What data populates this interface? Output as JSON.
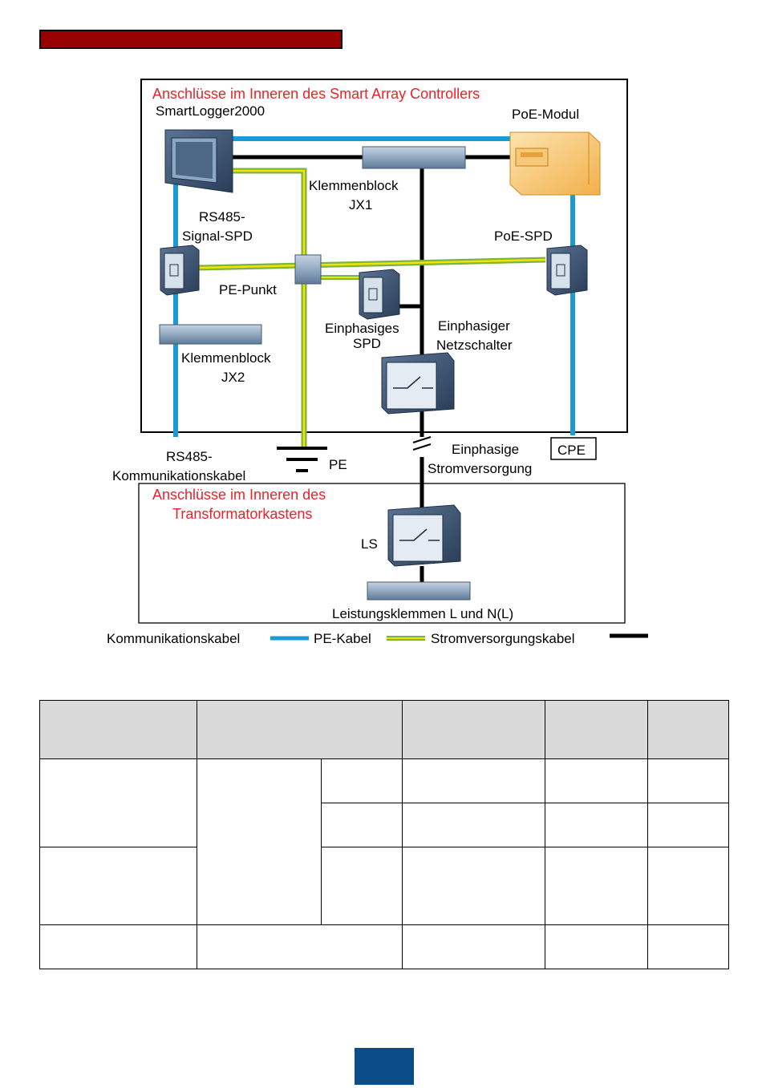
{
  "colors": {
    "title_bar": "#990000",
    "comm_cable": "#1b9ad6",
    "pe_cable_outer": "#7cb342",
    "pe_cable_inner": "#f2e500",
    "power_cable": "#000000",
    "section_heading": "#e8232a",
    "page_tab": "#0b4d86",
    "table_header": "#d9d9d9"
  },
  "diagram": {
    "controller_heading": "Anschlüsse im Inneren des Smart Array Controllers",
    "transformer_heading_line1": "Anschlüsse im Inneren des",
    "transformer_heading_line2": "Transformatorkastens",
    "components": {
      "smartlogger": "SmartLogger2000",
      "poe_module": "PoE-Modul",
      "jx1_line1": "Klemmenblock",
      "jx1_line2": "JX1",
      "rs485_spd_line1": "RS485-",
      "rs485_spd_line2": "Signal-SPD",
      "poe_spd": "PoE-SPD",
      "pe_point": "PE-Punkt",
      "single_phase_spd_line1": "Einphasiges",
      "single_phase_spd_line2": "SPD",
      "mains_switch_line1": "Einphasiger",
      "mains_switch_line2": "Netzschalter",
      "jx2_line1": "Klemmenblock",
      "jx2_line2": "JX2",
      "rs485_cable_line1": "RS485-",
      "rs485_cable_line2": "Kommunikationskabel",
      "pe_ground": "PE",
      "power_supply_line1": "Einphasige",
      "power_supply_line2": "Stromversorgung",
      "cpe": "CPE",
      "ls": "LS",
      "power_terminals": "Leistungsklemmen L und N(L)"
    },
    "legend": {
      "comm": "Kommunikationskabel",
      "pe": "PE-Kabel",
      "power": "Stromversorgungskabel"
    }
  }
}
